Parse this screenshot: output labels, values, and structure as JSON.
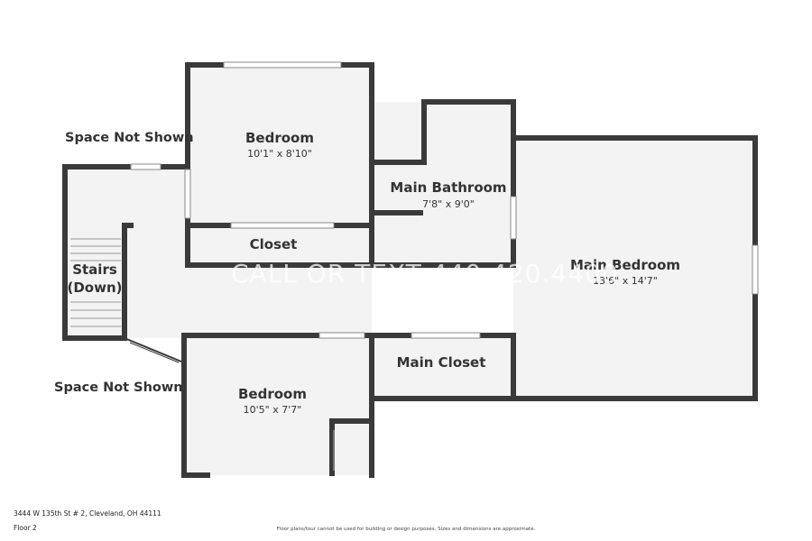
{
  "rooms": {
    "bedroom_top": {
      "name": "Bedroom",
      "dims": "10'1\" x 8'10\""
    },
    "closet": {
      "name": "Closet"
    },
    "main_bathroom": {
      "name": "Main Bathroom",
      "dims": "7'8\" x 9'0\""
    },
    "main_bedroom": {
      "name": "Main Bedroom",
      "dims": "13'6\" x 14'7\""
    },
    "main_closet": {
      "name": "Main Closet"
    },
    "bedroom_bottom": {
      "name": "Bedroom",
      "dims": "10'5\" x 7'7\""
    },
    "stairs": {
      "line1": "Stairs",
      "line2": "(Down)"
    }
  },
  "labels": {
    "space_not_shown_top": "Space Not Shown",
    "space_not_shown_bottom": "Space Not Shown"
  },
  "watermark": {
    "text": "CALL OR TEXT 440.420.4400"
  },
  "footer": {
    "address": "3444 W 135th St # 2, Cleveland, OH 44111",
    "floor": "Floor 2",
    "disclaimer": "Floor plans/tour cannot be used for building or design purposes. Sizes and dimensions are approximate."
  },
  "colors": {
    "wall": "#3a3a3a",
    "floor": "#f3f3f3",
    "text": "#333333"
  }
}
